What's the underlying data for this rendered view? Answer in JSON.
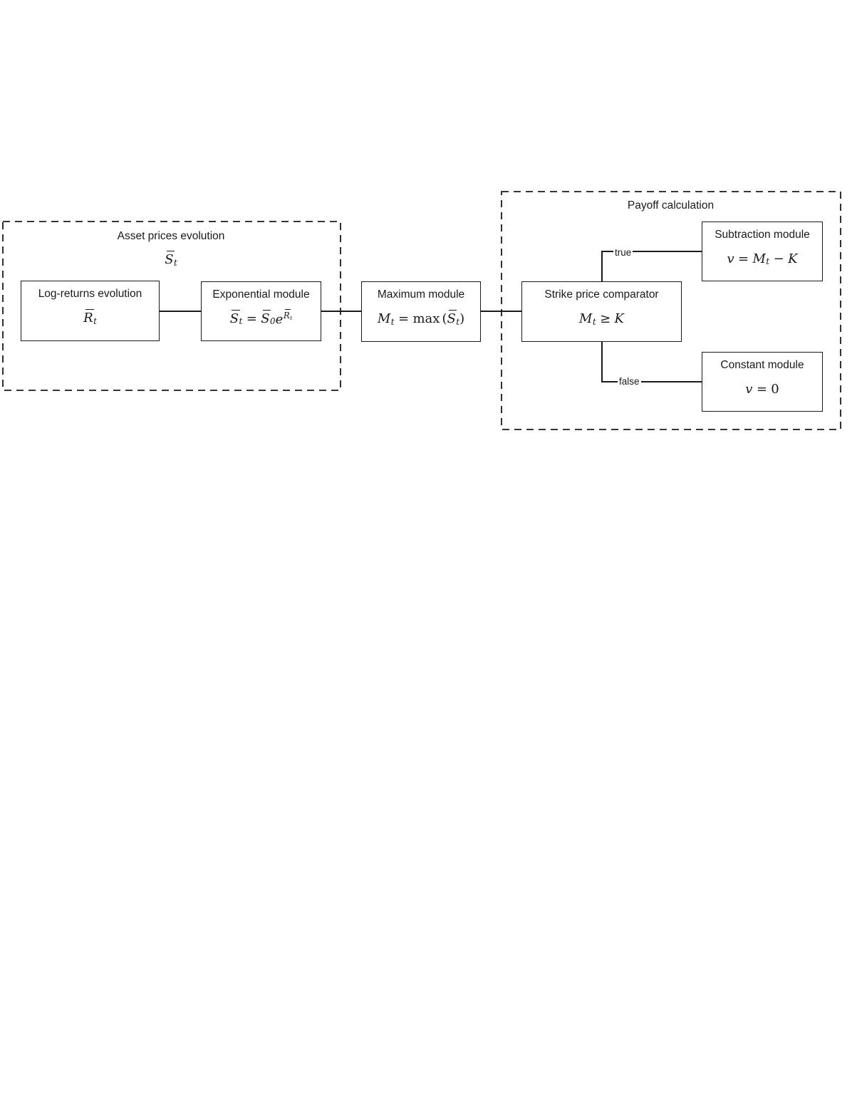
{
  "diagram": {
    "colors": {
      "line": "#1a1a1a",
      "background": "#ffffff"
    },
    "groups": {
      "asset_prices": {
        "title": "Asset prices evolution",
        "output_math": [
          {
            "t": "S",
            "bar": true,
            "sub": "t"
          }
        ]
      },
      "payoff": {
        "title": "Payoff calculation"
      }
    },
    "nodes": {
      "log_returns": {
        "title": "Log-returns evolution",
        "math": [
          {
            "t": "R",
            "bar": true,
            "sub": "t"
          }
        ]
      },
      "exponential": {
        "title": "Exponential module",
        "math": [
          {
            "t": "S",
            "bar": true,
            "sub": "t"
          },
          {
            "t": "=",
            "op": true
          },
          {
            "t": "S",
            "bar": true,
            "sub": "0"
          },
          {
            "t": "e",
            "sup": [
              {
                "t": "R",
                "bar": true,
                "sub": "t"
              }
            ]
          }
        ]
      },
      "maximum": {
        "title": "Maximum module",
        "math": [
          {
            "t": "M",
            "sub": "t"
          },
          {
            "t": "=",
            "op": true
          },
          {
            "t": "max",
            "fn": true
          },
          {
            "t": "(",
            "rm": true
          },
          {
            "t": "S",
            "bar": true,
            "sub": "t"
          },
          {
            "t": ")",
            "rm": true
          }
        ]
      },
      "comparator": {
        "title": "Strike price comparator",
        "math": [
          {
            "t": "M",
            "sub": "t"
          },
          {
            "t": "≥",
            "op": true
          },
          {
            "t": "K"
          }
        ]
      },
      "subtraction": {
        "title": "Subtraction module",
        "math": [
          {
            "t": "v"
          },
          {
            "t": "=",
            "op": true
          },
          {
            "t": "M",
            "sub": "t"
          },
          {
            "t": "−",
            "op": true
          },
          {
            "t": "K"
          }
        ]
      },
      "constant": {
        "title": "Constant module",
        "math": [
          {
            "t": "v"
          },
          {
            "t": "=",
            "op": true
          },
          {
            "t": "0",
            "rm": true
          }
        ]
      }
    },
    "edge_labels": {
      "true": "true",
      "false": "false"
    }
  }
}
